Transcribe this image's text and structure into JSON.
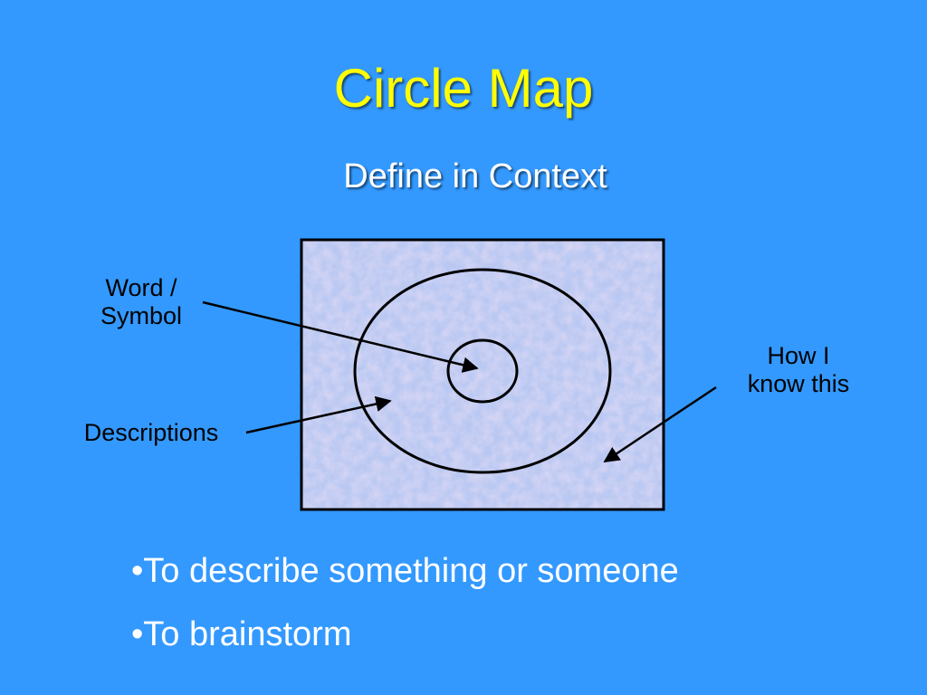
{
  "slide": {
    "title": "Circle Map",
    "subtitle": "Define in Context"
  },
  "diagram": {
    "labels": {
      "word_symbol": "Word /\nSymbol",
      "how_i_know": "How I\nknow this",
      "descriptions": "Descriptions"
    }
  },
  "bullets": [
    {
      "text": "•To describe something or someone"
    },
    {
      "text": "•To brainstorm"
    }
  ],
  "colors": {
    "background": "#3399ff",
    "title": "#ffff00",
    "text": "#ffffff",
    "frame_fill": "#b9c8f2",
    "ink": "#000000"
  }
}
